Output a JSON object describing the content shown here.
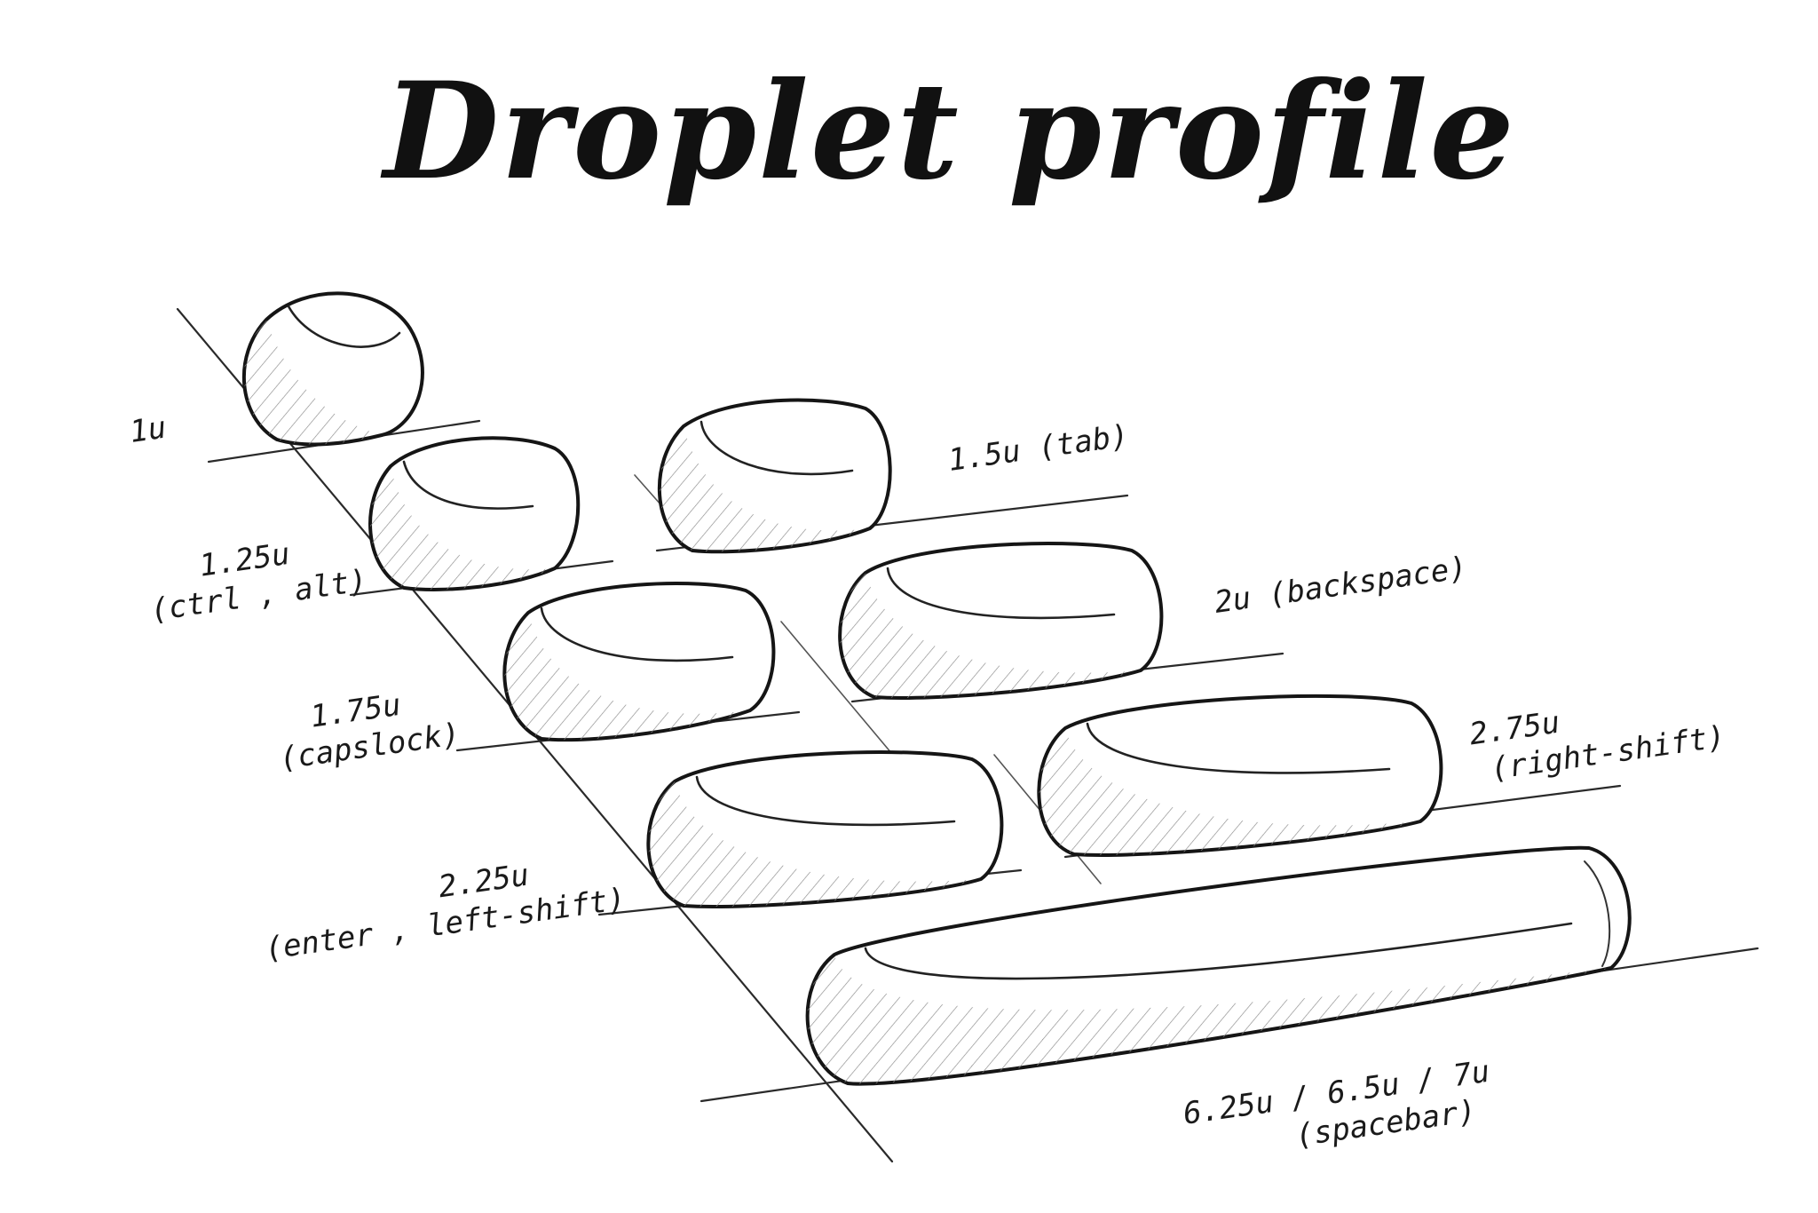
{
  "title": "Droplet profile",
  "keys": [
    {
      "id": "1u",
      "lines": [
        "1u"
      ]
    },
    {
      "id": "1.25u",
      "lines": [
        "1.25u",
        "(ctrl , alt)"
      ]
    },
    {
      "id": "1.5u",
      "lines": [
        "1.5u (tab)"
      ]
    },
    {
      "id": "1.75u",
      "lines": [
        "1.75u",
        "(capslock)"
      ]
    },
    {
      "id": "2u",
      "lines": [
        "2u (backspace)"
      ]
    },
    {
      "id": "2.25u",
      "lines": [
        "2.25u",
        "(enter , left-shift)"
      ]
    },
    {
      "id": "2.75u",
      "lines": [
        "2.75u",
        "(right-shift)"
      ]
    },
    {
      "id": "6.25u",
      "lines": [
        "6.25u / 6.5u / 7u",
        "(spacebar)"
      ]
    }
  ],
  "colors": {
    "ink": "#151515",
    "paper": "#ffffff"
  }
}
